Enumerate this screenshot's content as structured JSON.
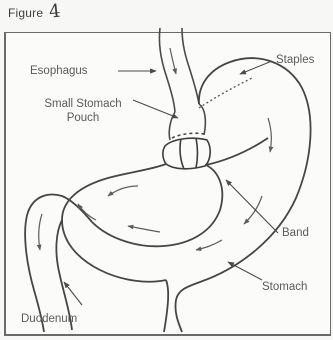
{
  "figure": {
    "caption": "Figure",
    "number": "4"
  },
  "labels": {
    "esophagus": "Esophagus",
    "staples": "Staples",
    "small_pouch_line1": "Small Stomach",
    "small_pouch_line2": "Pouch",
    "band": "Band",
    "stomach": "Stomach",
    "duodenum": "Duodenum"
  },
  "colors": {
    "ink": "#4a4a4a",
    "frame": "#6a6a6a"
  }
}
